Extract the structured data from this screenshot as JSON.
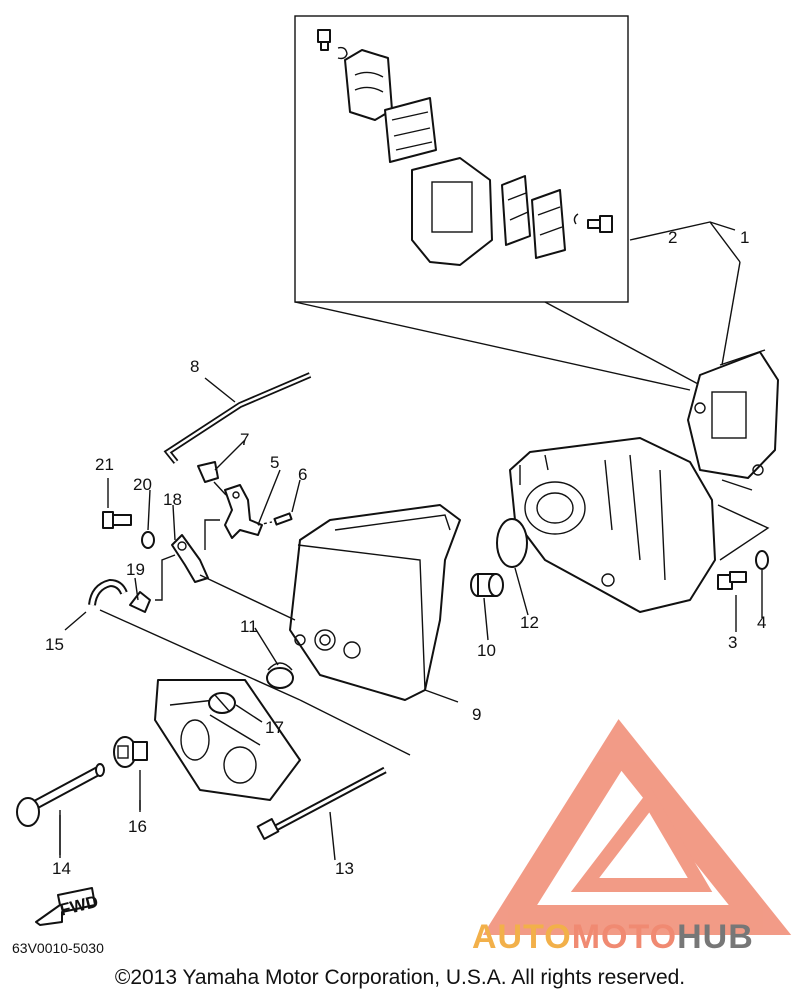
{
  "callouts": [
    "1",
    "2",
    "3",
    "4",
    "5",
    "6",
    "7",
    "8",
    "9",
    "10",
    "11",
    "12",
    "13",
    "14",
    "15",
    "16",
    "17",
    "18",
    "19",
    "20",
    "21"
  ],
  "fwd_label": "FWD",
  "part_code": "63V0010-5030",
  "copyright": "©2013 Yamaha Motor Corporation, U.S.A. All rights reserved.",
  "watermark": {
    "word1": "AUTO",
    "word2": "MOTO",
    "word3": "HUB"
  },
  "colors": {
    "watermark_primary": "#f08a72",
    "watermark_accent": "#f2b04a",
    "watermark_dark": "#777777",
    "line": "#111111"
  }
}
